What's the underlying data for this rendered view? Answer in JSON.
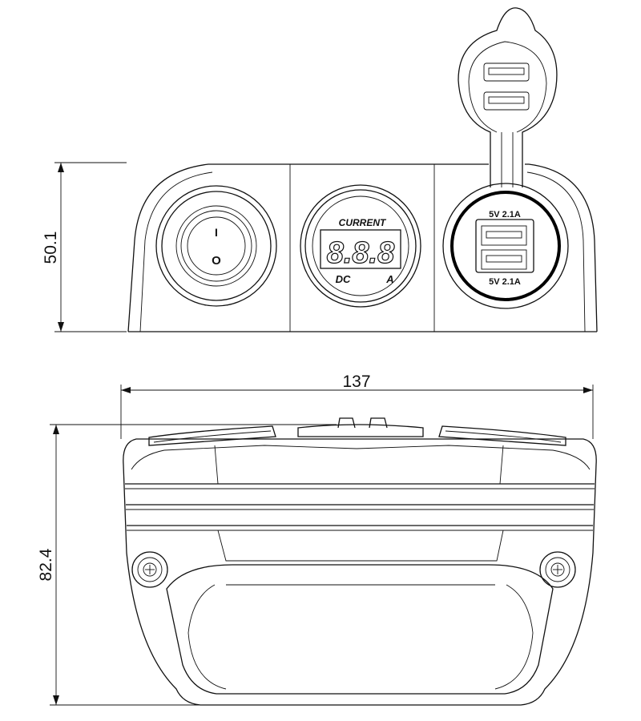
{
  "dimensions": {
    "front_height": "50.1",
    "width": "137",
    "top_depth": "82.4"
  },
  "switch": {
    "on_symbol": "I",
    "off_symbol": "O"
  },
  "voltmeter": {
    "title": "CURRENT",
    "digits": "8.8.8",
    "left_label": "DC",
    "right_label": "A"
  },
  "usb": {
    "top_rating": "5V 2.1A",
    "bottom_rating": "5V 2.1A"
  }
}
